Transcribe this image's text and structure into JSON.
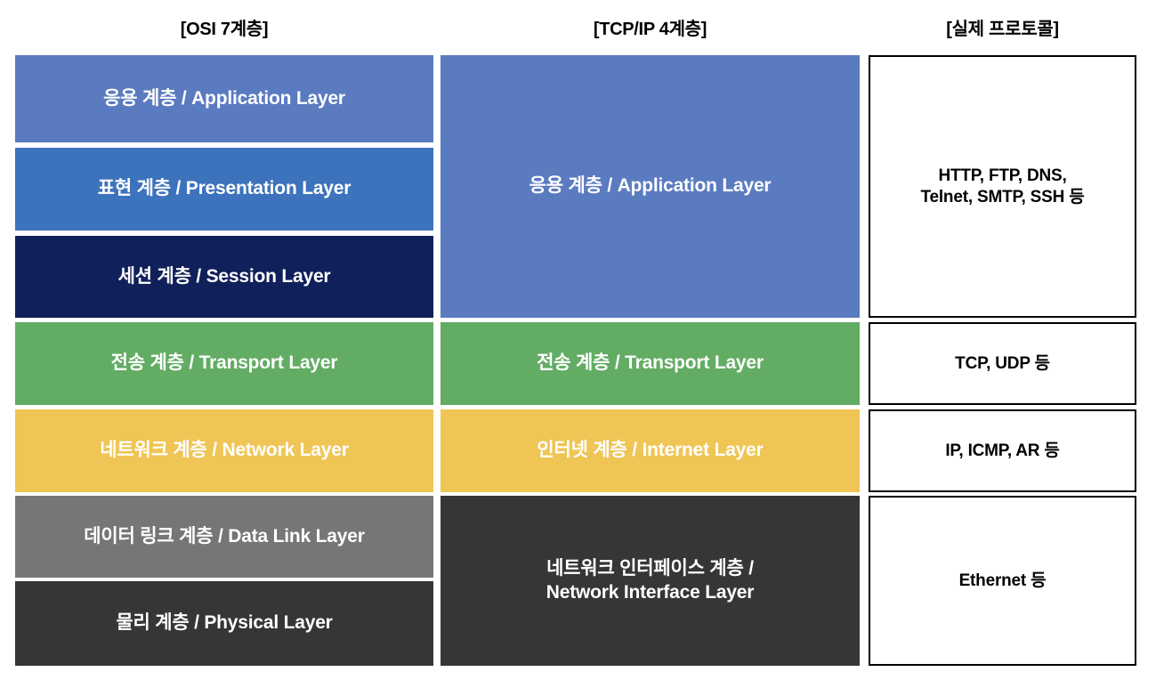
{
  "headers": {
    "osi": "[OSI 7계층]",
    "tcpip": "[TCP/IP 4계층]",
    "protocol": "[실제 프로토콜]"
  },
  "colors": {
    "application": "#5b7bc0",
    "presentation": "#3d73bc",
    "session": "#10205a",
    "transport": "#63ac64",
    "network": "#efc556",
    "datalink": "#767676",
    "physical": "#363636",
    "protocol_box_background": "#ffffff",
    "protocol_box_border": "#000000",
    "page_background": "#ffffff"
  },
  "osi_layers": [
    {
      "label": "응용 계층 / Application Layer"
    },
    {
      "label": "표현 계층 / Presentation Layer"
    },
    {
      "label": "세션 계층 / Session Layer"
    },
    {
      "label": "전송 계층 / Transport Layer"
    },
    {
      "label": "네트워크 계층 / Network Layer"
    },
    {
      "label": "데이터 링크 계층 / Data Link Layer"
    },
    {
      "label": "물리 계층 / Physical Layer"
    }
  ],
  "tcpip_layers": [
    {
      "label": "응용 계층 / Application Layer"
    },
    {
      "label": "전송 계층 / Transport Layer"
    },
    {
      "label": "인터넷 계층 / Internet Layer"
    },
    {
      "label_line1": "네트워크 인터페이스 계층 /",
      "label_line2": "Network Interface Layer"
    }
  ],
  "protocols": [
    {
      "line1": "HTTP, FTP, DNS,",
      "line2": "Telnet, SMTP, SSH 등"
    },
    {
      "line1": "TCP, UDP 등"
    },
    {
      "line1": "IP, ICMP, AR 등"
    },
    {
      "line1": "Ethernet 등"
    }
  ]
}
